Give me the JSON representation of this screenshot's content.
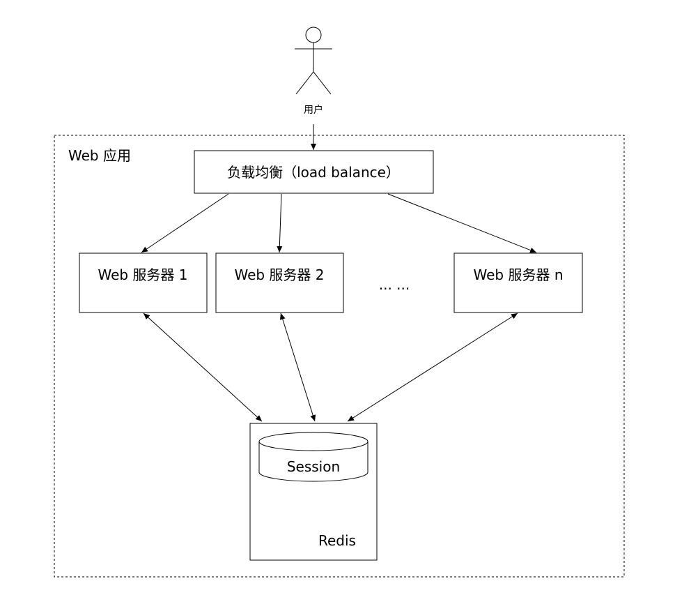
{
  "actor": {
    "label": "用户"
  },
  "container": {
    "label": "Web 应用"
  },
  "load_balancer": {
    "label": "负载均衡（load balance）"
  },
  "servers": [
    {
      "label": "Web 服务器 1"
    },
    {
      "label": "Web 服务器 2"
    },
    {
      "label": "Web 服务器 n"
    }
  ],
  "ellipsis": {
    "label": "... ..."
  },
  "redis": {
    "label": "Redis",
    "store_label": "Session"
  }
}
